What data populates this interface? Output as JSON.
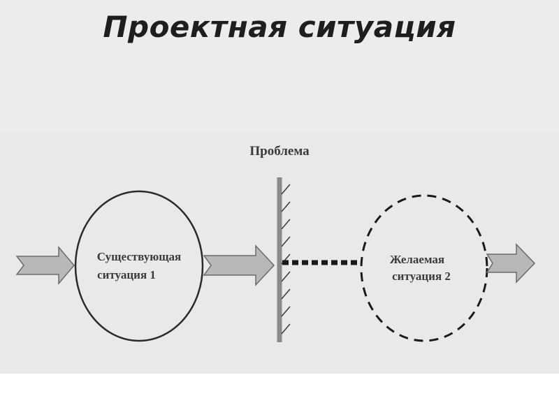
{
  "slide": {
    "title": "Проектная ситуация"
  },
  "diagram": {
    "problem_label": "Проблема",
    "existing": {
      "line1": "Существующая",
      "line2": "ситуация 1"
    },
    "desired": {
      "line1": "Желаемая",
      "line2": "ситуация 2"
    }
  },
  "colors": {
    "arrow_fill": "#b8b8b8",
    "arrow_stroke": "#6a6a6a",
    "line": "#2a2a2a",
    "barrier": "#8a8a8a"
  }
}
